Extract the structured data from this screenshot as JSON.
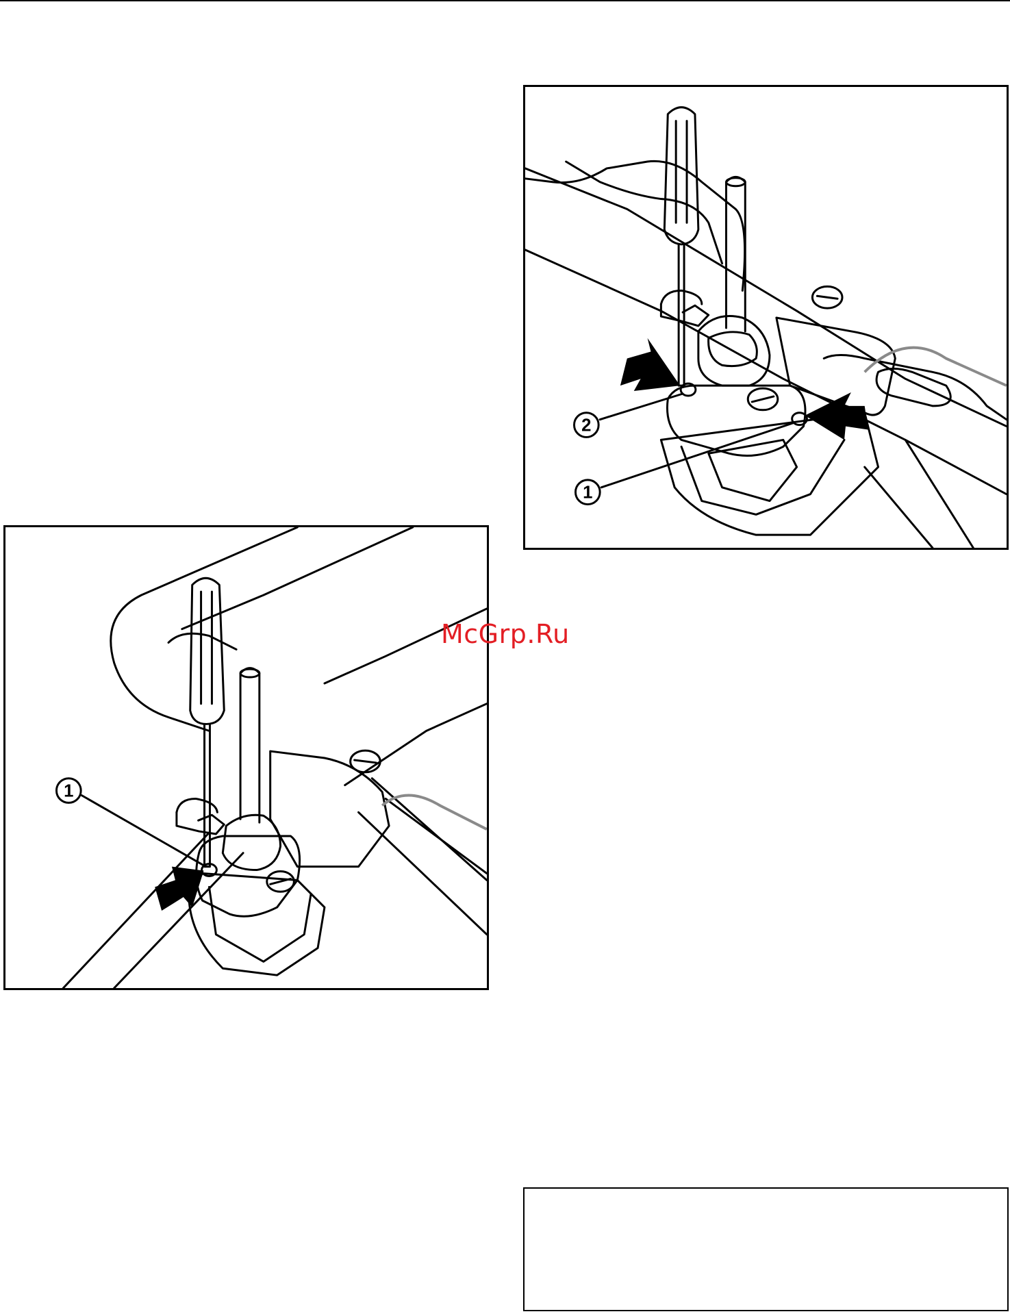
{
  "watermark": {
    "text": "McGrp.Ru",
    "color": "#e31e24"
  },
  "figure_left": {
    "callouts": [
      {
        "label": "1"
      }
    ]
  },
  "figure_right": {
    "callouts": [
      {
        "label": "2"
      },
      {
        "label": "1"
      }
    ]
  },
  "note_box": {
    "text": ""
  },
  "colors": {
    "line": "#000000",
    "cable": "#8a8a8a",
    "arrow": "#000000"
  },
  "icons": [
    "screwdriver-icon",
    "rotate-arrow-icon",
    "pointer-arrow-icon"
  ]
}
